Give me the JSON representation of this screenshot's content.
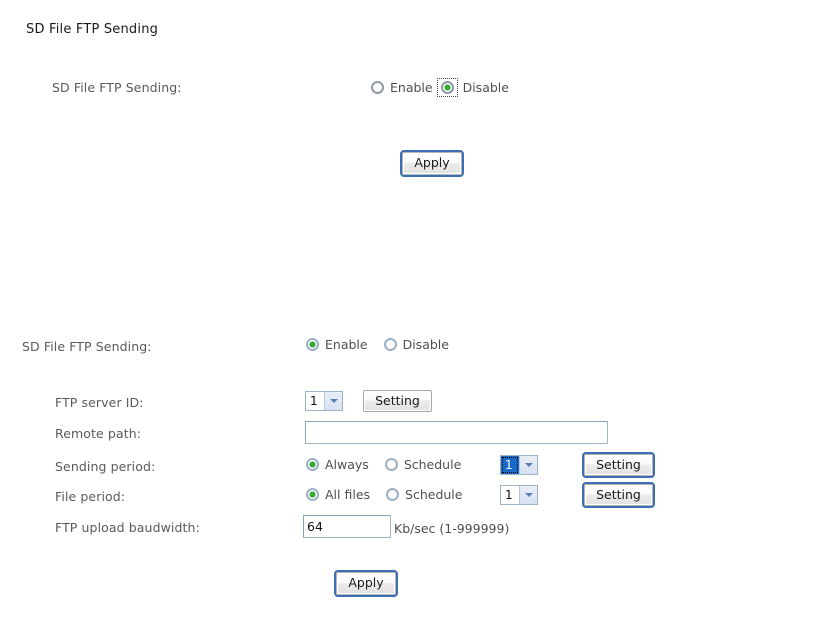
{
  "page": {
    "title": "SD File FTP Sending"
  },
  "section_top": {
    "label": "SD File FTP Sending:",
    "radios": [
      {
        "label": "Enable",
        "checked": false,
        "focused": false
      },
      {
        "label": "Disable",
        "checked": true,
        "focused": true
      }
    ],
    "apply_label": "Apply"
  },
  "section_bottom": {
    "enable_label": "SD File FTP Sending:",
    "radios": [
      {
        "label": "Enable",
        "checked": true,
        "focused": false
      },
      {
        "label": "Disable",
        "checked": false,
        "focused": false
      }
    ],
    "rows": {
      "server_id": {
        "label": "FTP server ID:",
        "select_value": "1",
        "setting_label": "Setting"
      },
      "remote_path": {
        "label": "Remote path:",
        "value": "",
        "placeholder": ""
      },
      "sending_period": {
        "label": "Sending period:",
        "radio_always": "Always",
        "radio_schedule": "Schedule",
        "select_value": "1",
        "setting_label": "Setting"
      },
      "file_period": {
        "label": "File period:",
        "radio_all_files": "All files",
        "radio_schedule": "Schedule",
        "select_value": "1",
        "setting_label": "Setting"
      },
      "baudwidth": {
        "label": "FTP upload baudwidth:",
        "value": "64",
        "unit_hint": "Kb/sec (1-999999)"
      }
    },
    "apply_label": "Apply"
  },
  "colors": {
    "radio_dot": "#2fb12f",
    "radio_ring": "#9bb0c4",
    "input_border": "#9eb3c6",
    "focus_outline": "#3c6eb4",
    "select_highlight": "#1869c8",
    "title_text": "#1a1a1a",
    "label_text": "#5a5a5a",
    "page_bg": "#ffffff"
  }
}
